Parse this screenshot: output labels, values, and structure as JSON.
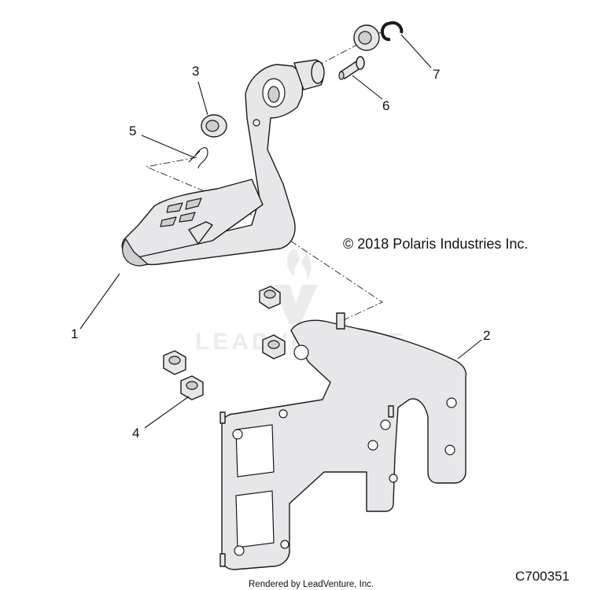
{
  "diagram": {
    "copyright": "© 2018 Polaris Industries Inc.",
    "figure_code": "C700351",
    "rendered_by": "Rendered by LeadVenture, Inc.",
    "watermark": "LEADVENTURE",
    "callouts": [
      {
        "label": "1"
      },
      {
        "label": "2"
      },
      {
        "label": "3"
      },
      {
        "label": "4"
      },
      {
        "label": "5"
      },
      {
        "label": "6"
      },
      {
        "label": "7"
      }
    ]
  }
}
